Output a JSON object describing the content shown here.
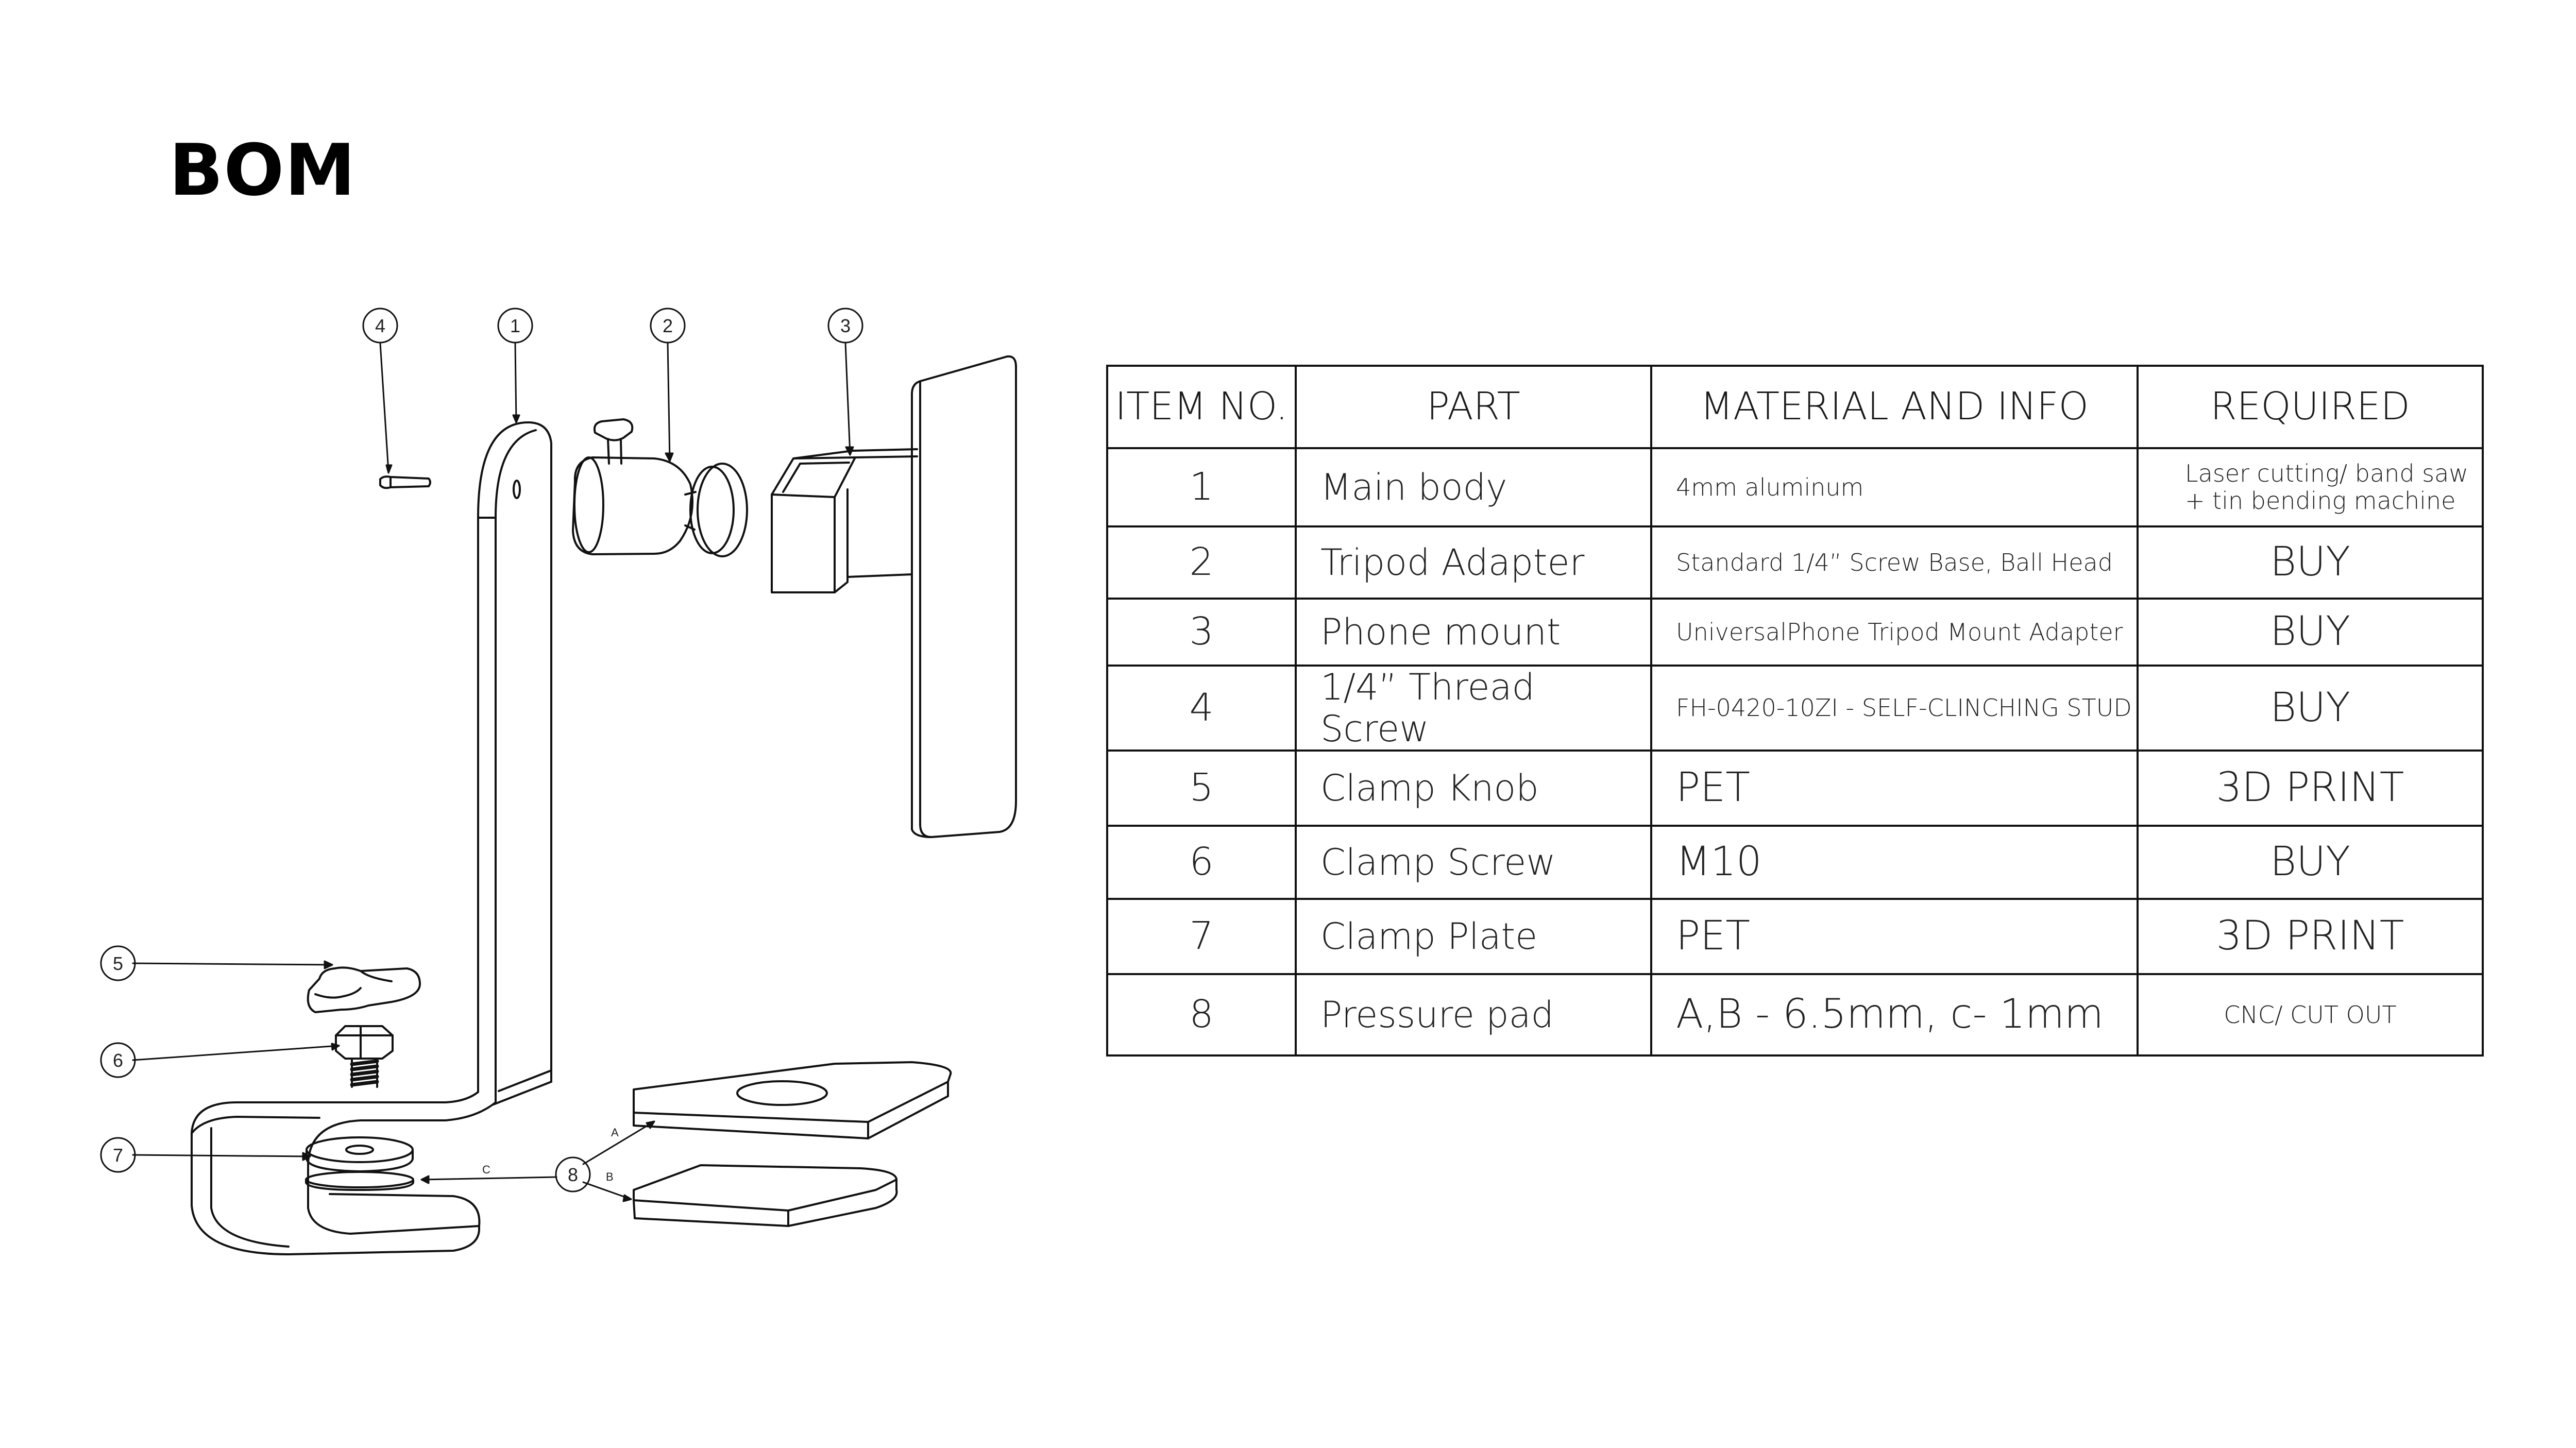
{
  "page": {
    "title": "BOM"
  },
  "drawing": {
    "balloons": [
      "4",
      "1",
      "2",
      "3",
      "5",
      "6",
      "7",
      "8"
    ],
    "letters": [
      "A",
      "B",
      "C"
    ]
  },
  "bom": {
    "headers": [
      "ITEM NO.",
      "PART",
      "MATERIAL AND INFO",
      "REQUIRED"
    ],
    "rows": [
      {
        "item": "1",
        "part": "Main body",
        "material": "4mm aluminum",
        "required": "Laser cutting/ band saw",
        "required2": "+ tin bending machine"
      },
      {
        "item": "2",
        "part": "Tripod Adapter",
        "material": "Standard 1/4” Screw Base, Ball Head",
        "required": "BUY"
      },
      {
        "item": "3",
        "part": "Phone mount",
        "material": "UniversalPhone Tripod Mount Adapter",
        "required": "BUY"
      },
      {
        "item": "4",
        "part": "1/4” Thread Screw",
        "material": "FH-0420-10ZI  -  SELF-CLINCHING STUD",
        "required": "BUY"
      },
      {
        "item": "5",
        "part": "Clamp Knob",
        "material": "PET",
        "required": "3D PRINT"
      },
      {
        "item": "6",
        "part": "Clamp Screw",
        "material": "M10",
        "required": "BUY"
      },
      {
        "item": "7",
        "part": "Clamp Plate",
        "material": "PET",
        "required": "3D PRINT"
      },
      {
        "item": "8",
        "part": "Pressure pad",
        "material": "A,B - 6.5mm, c- 1mm",
        "required": "CNC/ CUT OUT"
      }
    ]
  }
}
